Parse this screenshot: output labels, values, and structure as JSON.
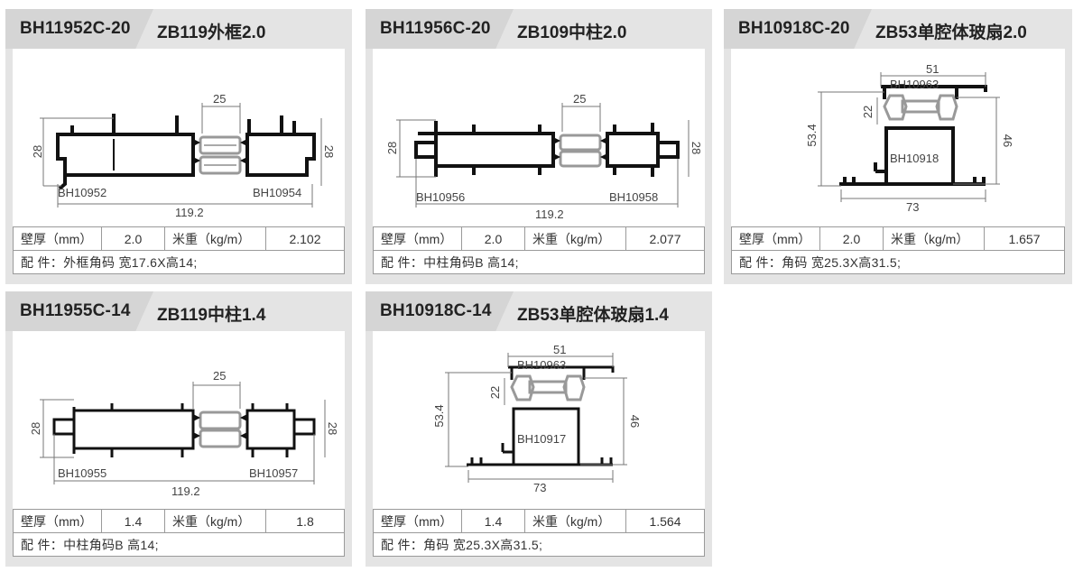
{
  "labels": {
    "thickness": "壁厚（mm）",
    "weight": "米重（kg/m）"
  },
  "products": [
    {
      "code": "BH11952C-20",
      "name": "ZB119外框2.0",
      "left_part": "BH10952",
      "right_part": "BH10954",
      "dim_total": "119.2",
      "dim_insert": "25",
      "dim_height": "28",
      "thickness": "2.0",
      "weight": "2.102",
      "fittings": "配 件：外框角码 宽17.6X高14;"
    },
    {
      "code": "BH11956C-20",
      "name": "ZB109中柱2.0",
      "left_part": "BH10956",
      "right_part": "BH10958",
      "dim_total": "119.2",
      "dim_insert": "25",
      "dim_height": "28",
      "thickness": "2.0",
      "weight": "2.077",
      "fittings": "配 件：中柱角码B 高14;"
    },
    {
      "code": "BH10918C-20",
      "name": "ZB53单腔体玻扇2.0",
      "top_part": "BH10963",
      "main_part": "BH10918",
      "dim_top": "51",
      "dim_bottom": "73",
      "dim_total_h": "53.4",
      "dim_glass": "22",
      "dim_right": "46",
      "thickness": "2.0",
      "weight": "1.657",
      "fittings": "配 件：角码 宽25.3X高31.5;"
    },
    {
      "code": "BH11955C-14",
      "name": "ZB119中柱1.4",
      "left_part": "BH10955",
      "right_part": "BH10957",
      "dim_total": "119.2",
      "dim_insert": "25",
      "dim_height": "28",
      "thickness": "1.4",
      "weight": "1.8",
      "fittings": "配 件：中柱角码B 高14;"
    },
    {
      "code": "BH10918C-14",
      "name": "ZB53单腔体玻扇1.4",
      "top_part": "BH10963",
      "main_part": "BH10917",
      "dim_top": "51",
      "dim_bottom": "73",
      "dim_total_h": "53.4",
      "dim_glass": "22",
      "dim_right": "46",
      "thickness": "1.4",
      "weight": "1.564",
      "fittings": "配 件：角码 宽25.3X高31.5;"
    }
  ]
}
